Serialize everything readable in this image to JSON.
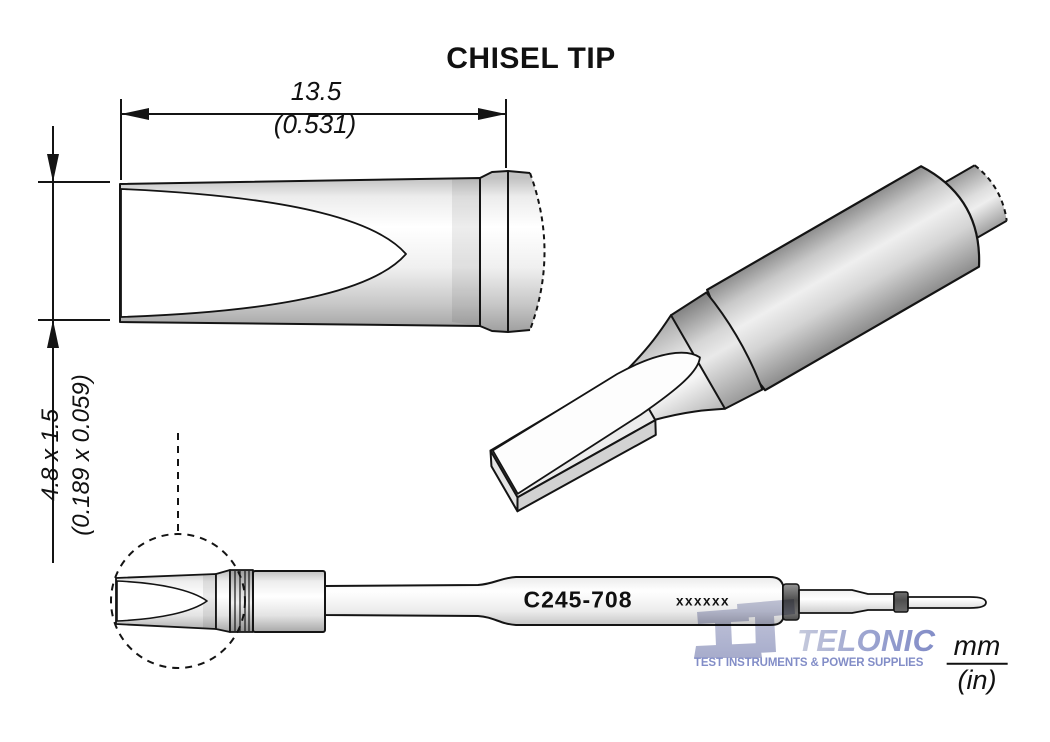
{
  "title": "CHISEL TIP",
  "dimensions": {
    "length_mm": "13.5",
    "length_in": "(0.531)",
    "tip_mm": "4.8 x 1.5",
    "tip_in": "(0.189 x 0.059)"
  },
  "part": {
    "model": "C245-708",
    "marking_mask": "xxxxxx"
  },
  "units": {
    "metric": "mm",
    "imperial": "(in)"
  },
  "logo": {
    "brand": "TELONIC",
    "tagline": "TEST INSTRUMENTS & POWER SUPPLIES"
  },
  "colors": {
    "ink": "#141414",
    "logo_mark": "#b2b6cf",
    "logo_text_start": "#c7cbdc",
    "logo_text_end": "#7d88c5",
    "tagline_blue": "#7d88c5",
    "dark_band": "#5a5a5a"
  }
}
